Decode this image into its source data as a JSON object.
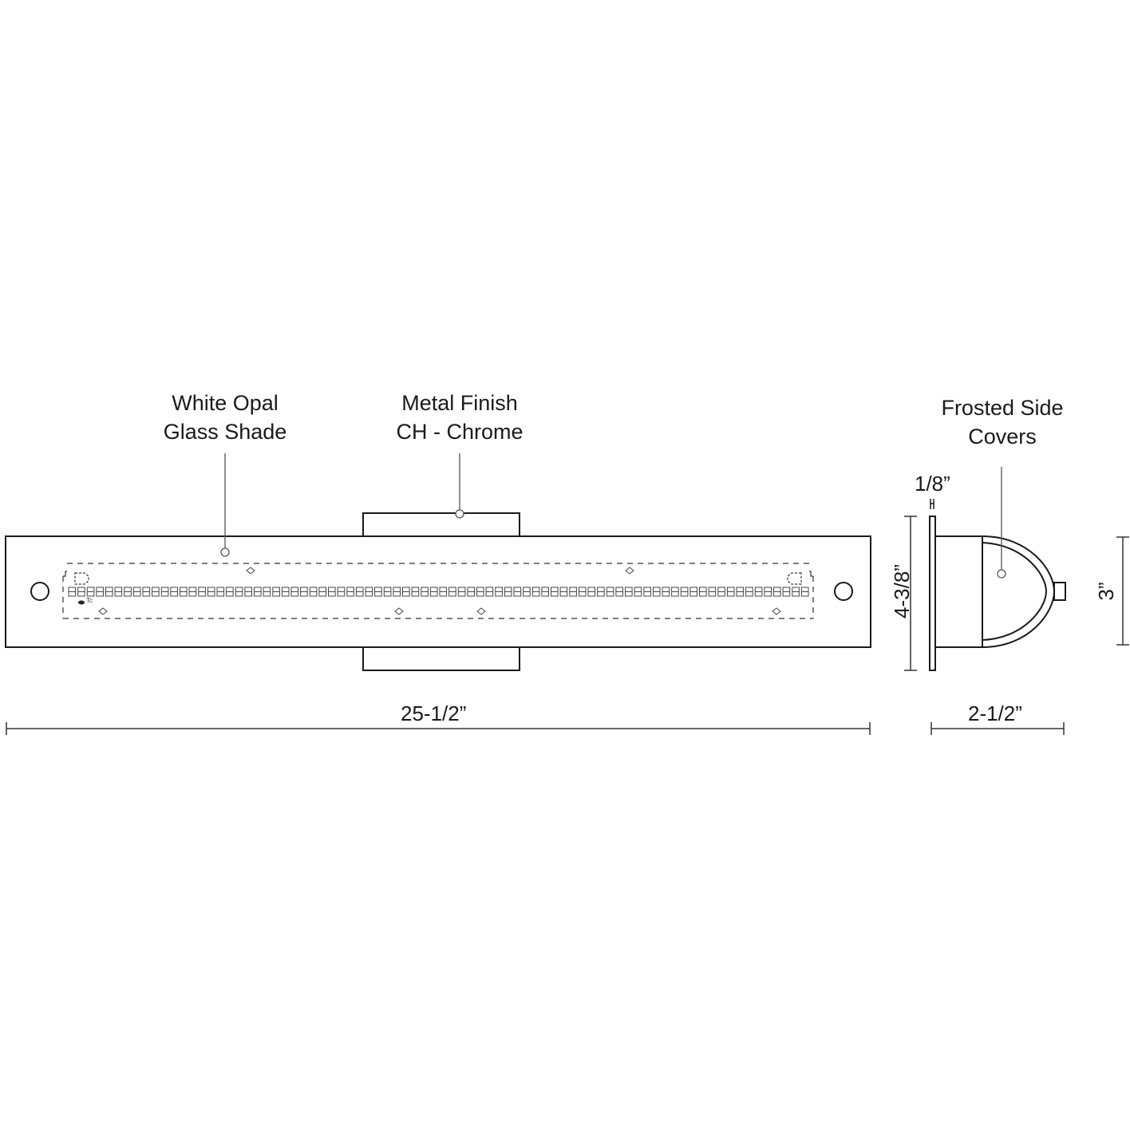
{
  "drawing": {
    "type": "product-dimension-drawing",
    "views": [
      "front-view",
      "side-view"
    ],
    "stroke_color": "#1a1a1a",
    "background": "#ffffff"
  },
  "callouts": {
    "glass_shade": {
      "line1": "White Opal",
      "line2": "Glass Shade"
    },
    "metal_finish": {
      "line1": "Metal Finish",
      "line2": "CH - Chrome"
    },
    "side_covers": {
      "line1": "Frosted Side",
      "line2": "Covers"
    }
  },
  "dimensions": {
    "overall_width": "25-1/2”",
    "depth": "2-1/2”",
    "backplate_height": "4-3/8”",
    "shade_height": "3”",
    "backplate_thickness": "1/8”"
  },
  "front_view": {
    "led_count": 80,
    "label_tc": "Tc"
  }
}
